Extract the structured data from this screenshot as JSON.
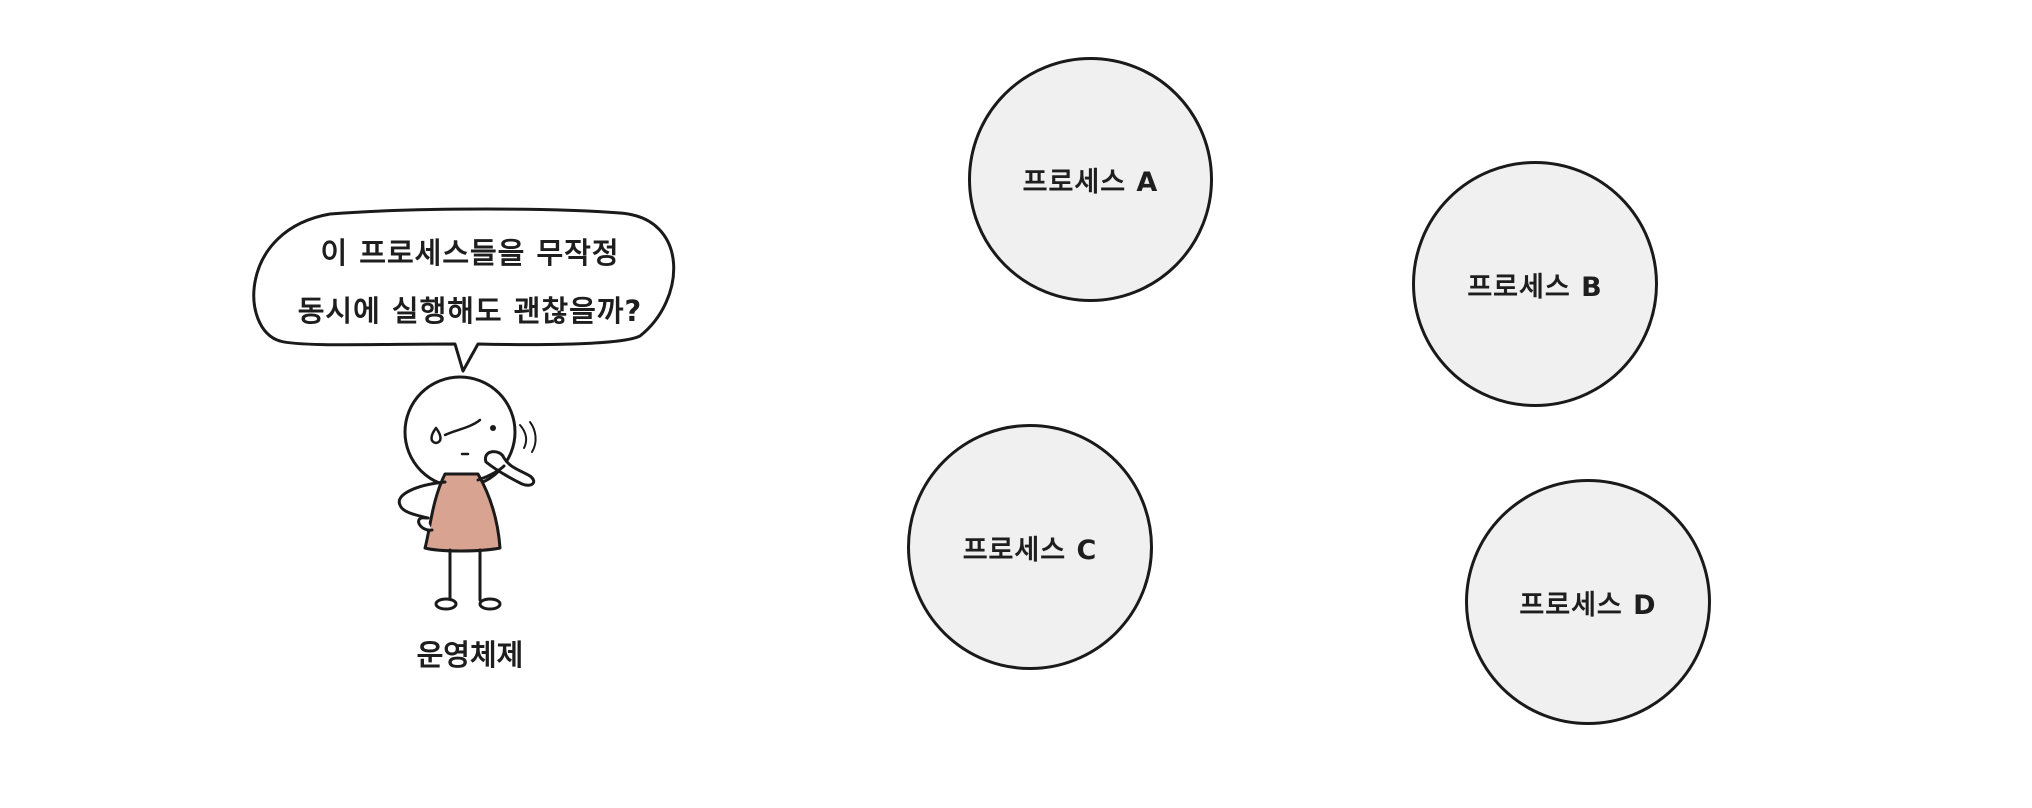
{
  "speech_bubble": {
    "line1": "이 프로세스들을 무작정",
    "line2": "동시에 실행해도 괜찮을까?"
  },
  "character": {
    "caption": "운영체제",
    "shirt_color": "#d9a391"
  },
  "processes": [
    {
      "label": "프로세스 A"
    },
    {
      "label": "프로세스 B"
    },
    {
      "label": "프로세스 C"
    },
    {
      "label": "프로세스 D"
    }
  ],
  "colors": {
    "circle_fill": "#f0f0f0",
    "stroke": "#1a1a1a",
    "background": "#ffffff"
  }
}
